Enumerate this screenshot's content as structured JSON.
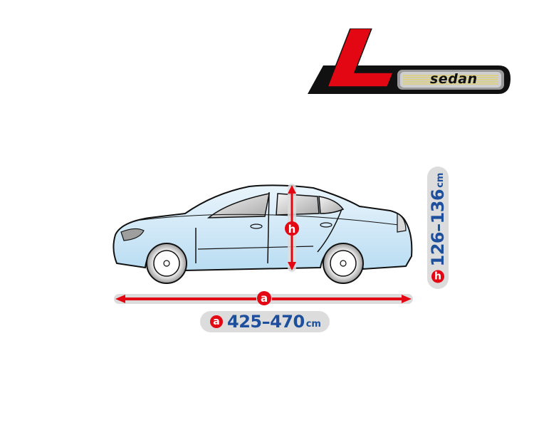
{
  "logo": {
    "size_letter": "L",
    "type_label": "sedan",
    "colors": {
      "letter": "#e30613",
      "shadow": "#111111",
      "plate": "#c8c8c8",
      "stripes": "#e6d14a"
    }
  },
  "vehicle": {
    "type": "sedan",
    "illustration": "car-side-view",
    "body_color": "#cfe6f5"
  },
  "dimensions": {
    "length": {
      "marker": "a",
      "value": "425–470",
      "unit": "cm"
    },
    "height": {
      "marker": "h",
      "value": "126–136",
      "unit": "cm"
    }
  },
  "colors": {
    "accent_red": "#e30613",
    "value_blue": "#1d4f9c",
    "pill_gray": "#dcdcdc"
  }
}
